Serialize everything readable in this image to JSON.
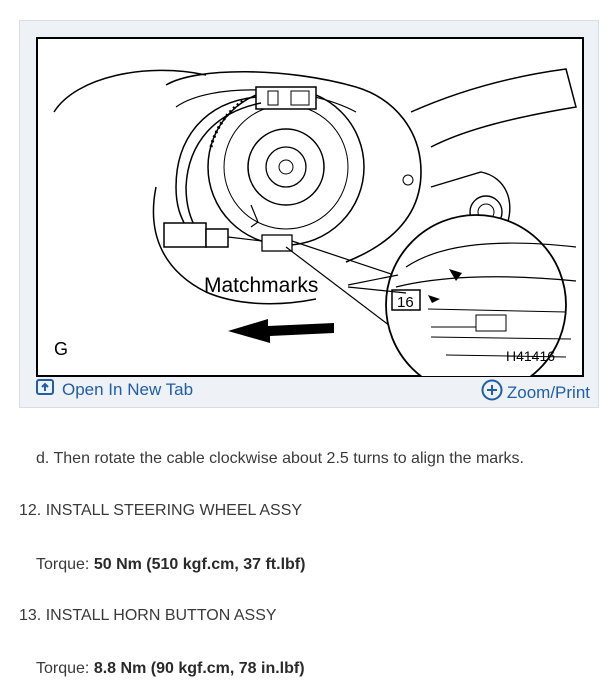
{
  "figure": {
    "image_labels": {
      "callout": "Matchmarks",
      "view_letter": "G",
      "figure_id": "H41416",
      "inset_number": "16"
    },
    "toolbar": {
      "open_tab_label": "Open In New Tab",
      "zoom_label": "Zoom/Print",
      "open_icon": "open-in-new-tab-icon",
      "zoom_icon": "zoom-plus-icon",
      "accent_color": "#1f5fa8"
    }
  },
  "content": {
    "step_d": "d. Then rotate the cable clockwise about 2.5 turns to align the marks.",
    "step12": {
      "heading": "12. INSTALL STEERING WHEEL ASSY",
      "torque_label": "Torque:",
      "torque_value": "50 Nm (510 kgf.cm, 37 ft.lbf)"
    },
    "step13": {
      "heading": "13. INSTALL HORN BUTTON ASSY",
      "torque_label": "Torque:",
      "torque_value": "8.8 Nm (90 kgf.cm, 78 in.lbf)"
    }
  }
}
